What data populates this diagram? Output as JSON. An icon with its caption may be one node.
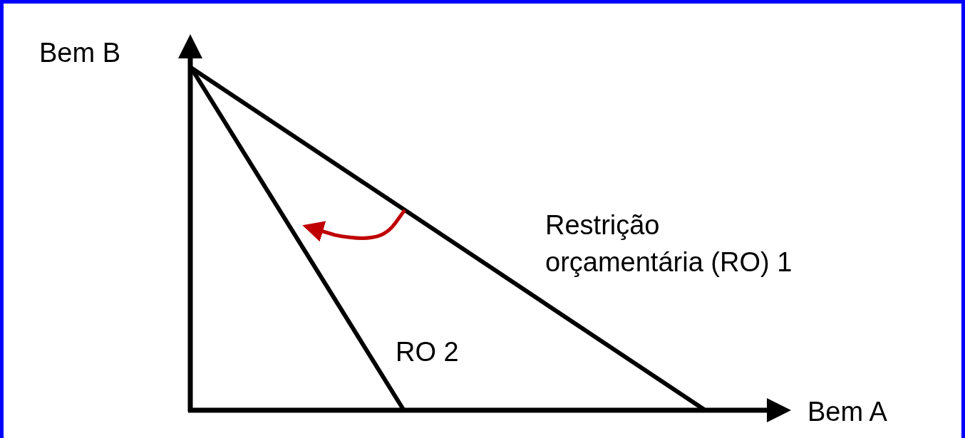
{
  "diagram": {
    "labels": [
      "Bem B",
      "Restrição orçamentária (RO) 1",
      "RO 2",
      "Bem A"
    ]
  }
}
